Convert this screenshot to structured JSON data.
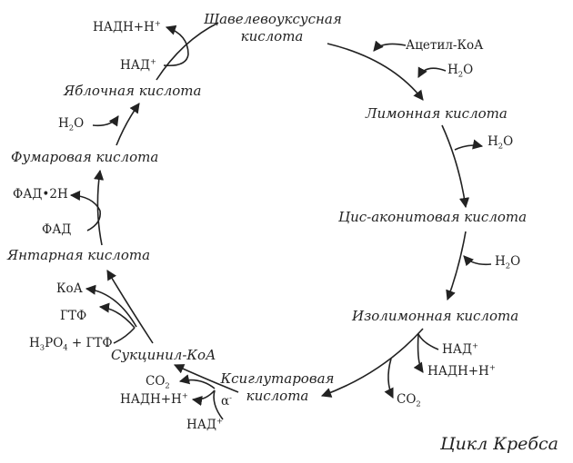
{
  "title": "Цикл Кребса",
  "metabolites": {
    "oxaloacetate": [
      "Щавелевоуксусная",
      "кислота"
    ],
    "citrate": "Лимонная кислота",
    "cis_aconitate": "Цис-аконитовая кислота",
    "isocitrate": "Изолимонная кислота",
    "ketoglutarate": [
      "Ксиглутаровая",
      "кислота"
    ],
    "succinyl_coa": "Сукцинил-КоА",
    "succinate": "Янтарная кислота",
    "fumarate": "Фумаровая кислота",
    "malate": "Яблочная кислота"
  },
  "cofactors": {
    "acetyl_coa": "Ацетил-КоА",
    "h": "H",
    "o": "O",
    "sub2": "2",
    "sub3": "3",
    "sub4": "4",
    "plus_sup": "+",
    "nad": "НАД",
    "nadh_h": "НАДН+Н",
    "co": "CO",
    "koa": "КоА",
    "gtf": "ГТФ",
    "po_gtf": "PO",
    "plus_gtf": " + ГТФ",
    "fadh": "ФАД•2Н",
    "fad": "ФАД",
    "alpha": "α",
    "alpha_sup": "-"
  },
  "colors": {
    "ink": "#222222",
    "background": "#ffffff"
  }
}
